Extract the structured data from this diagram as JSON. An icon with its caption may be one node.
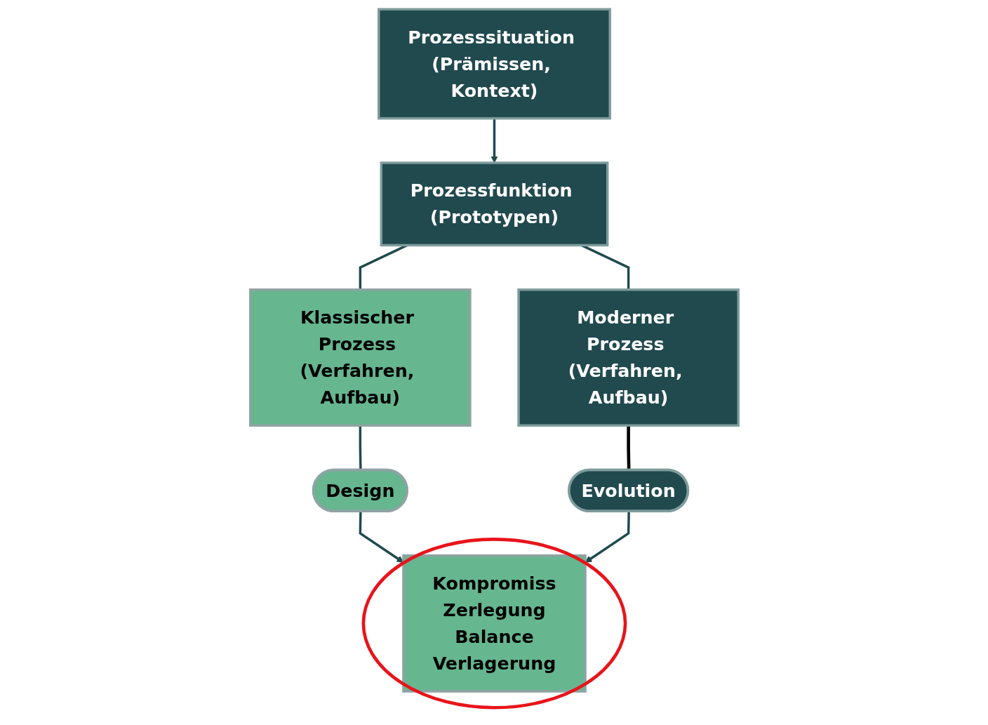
{
  "diagram": {
    "nodes": [
      {
        "text": [
          "Prozesssituation (Prämissen, Kontext)"
        ]
      },
      {
        "text": [
          "Prozessfunktion (Prototypen)"
        ]
      },
      {
        "text": [
          "Klassischer Prozess (Verfahren, Aufbau)"
        ]
      },
      {
        "text": [
          "Moderner Prozess (Verfahren, Aufbau)"
        ]
      },
      {
        "text": [
          "Design"
        ]
      },
      {
        "text": [
          "Evolution"
        ]
      },
      {
        "text": [
          "Kompromiss",
          "Zerlegung",
          "Balance",
          "Verlagerung"
        ]
      }
    ],
    "edges": [
      {
        "from": 0,
        "to": 1,
        "arrow": "to"
      },
      {
        "from": 1,
        "to": 2,
        "arrow": "none"
      },
      {
        "from": 1,
        "to": 3,
        "arrow": "none"
      },
      {
        "from": 2,
        "to": 4,
        "arrow": "none"
      },
      {
        "from": 3,
        "to": 5,
        "arrow": "none",
        "color": "#000000"
      },
      {
        "from": 4,
        "to": 6,
        "arrow": "to"
      },
      {
        "from": 5,
        "to": 6,
        "arrow": "to"
      }
    ]
  }
}
